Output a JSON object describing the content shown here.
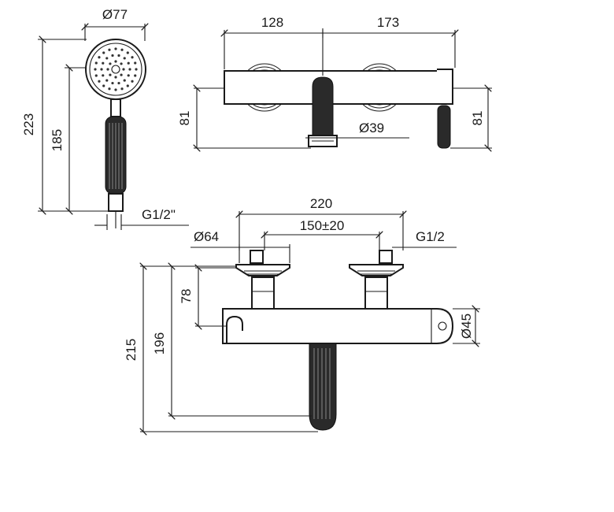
{
  "dimensions": {
    "handshower": {
      "head_diameter": "Ø77",
      "total_length": "223",
      "handle_length": "185",
      "connection": "G1/2\""
    },
    "top_view": {
      "left_span": "128",
      "right_span": "173",
      "left_projection": "81",
      "right_projection": "81",
      "spout_diameter": "Ø39"
    },
    "front_view": {
      "overall_width": "220",
      "centers": "150±20",
      "flange_diameter": "Ø64",
      "inlet_thread": "G1/2",
      "inlet_height": "78",
      "body_diameter": "Ø45",
      "total_height": "215",
      "spout_height": "196"
    }
  }
}
